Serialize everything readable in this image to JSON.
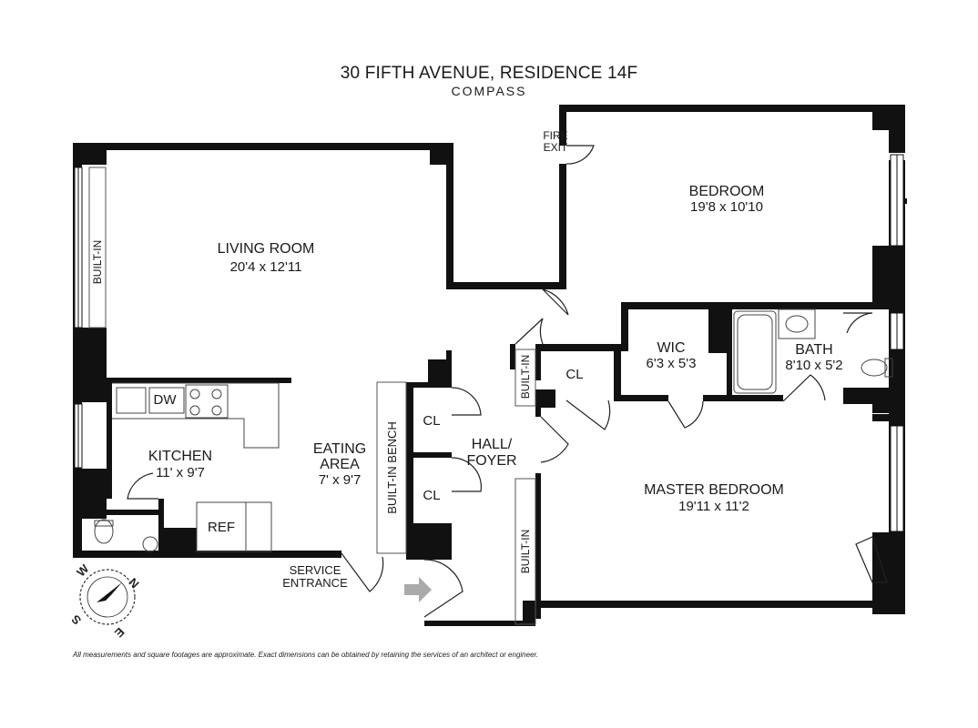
{
  "header": {
    "title": "30 FIFTH AVENUE, RESIDENCE 14F",
    "brand": "COMPASS"
  },
  "rooms": {
    "living_room": {
      "name": "LIVING ROOM",
      "dim": "20'4 x 12'11"
    },
    "bedroom": {
      "name": "BEDROOM",
      "dim": "19'8 x 10'10"
    },
    "master_bedroom": {
      "name": "MASTER BEDROOM",
      "dim": "19'11 x 11'2"
    },
    "kitchen": {
      "name": "KITCHEN",
      "dim": "11' x 9'7"
    },
    "eating_area": {
      "name_line1": "EATING",
      "name_line2": "AREA",
      "dim": "7' x 9'7"
    },
    "wic": {
      "name": "WIC",
      "dim": "6'3 x 5'3"
    },
    "bath": {
      "name": "BATH",
      "dim": "8'10 x 5'2"
    },
    "hall": {
      "line1": "HALL/",
      "line2": "FOYER"
    }
  },
  "labels": {
    "fire_exit_1": "FIRE",
    "fire_exit_2": "EXIT",
    "built_in": "BUILT-IN",
    "built_in_bench": "BUILT-IN BENCH",
    "closet": "CL",
    "dw": "DW",
    "ref": "REF",
    "service_entrance_1": "SERVICE",
    "service_entrance_2": "ENTRANCE"
  },
  "compass": {
    "n": "N",
    "s": "S",
    "e": "E",
    "w": "W"
  },
  "footer": {
    "disclaimer": "All measurements and square footages are approximate. Exact dimensions can be obtained by retaining the services of an architect or engineer."
  }
}
